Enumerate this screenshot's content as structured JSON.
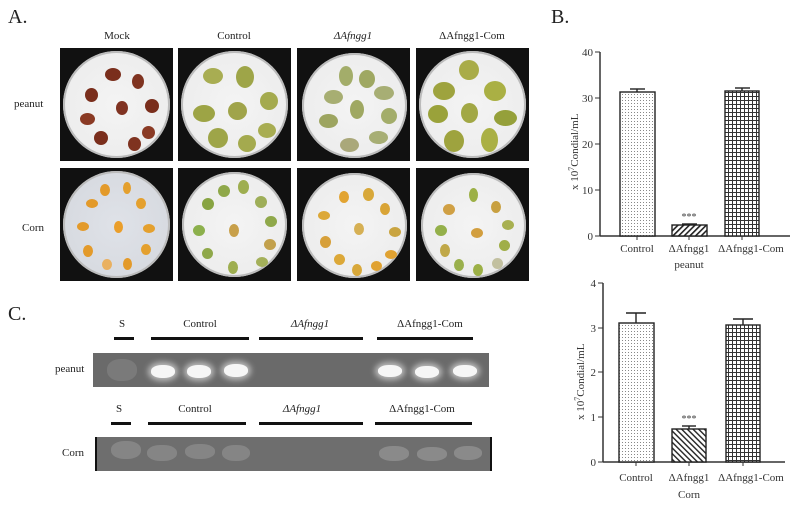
{
  "panelA": {
    "letter": "A.",
    "columns": [
      "Mock",
      "Control",
      "ΔAfngg1",
      "ΔAfngg1-Com"
    ],
    "rows": [
      "peanut",
      "Corn"
    ]
  },
  "panelB": {
    "letter": "B."
  },
  "panelC": {
    "letter": "C.",
    "rows": [
      {
        "label": "peanut",
        "lanes": [
          "S",
          "Control",
          "ΔAfngg1",
          "ΔAfngg1-Com"
        ]
      },
      {
        "label": "Corn",
        "lanes": [
          "S",
          "Control",
          "ΔAfngg1",
          "ΔAfngg1-Com"
        ]
      }
    ]
  },
  "chart_data": [
    {
      "type": "bar",
      "title": "",
      "xlabel": "peanut",
      "ylabel": "x 10^7 Condial/mL",
      "ylim": [
        0,
        40
      ],
      "yticks": [
        0,
        10,
        20,
        30,
        40
      ],
      "categories": [
        "Control",
        "ΔAfngg1",
        "ΔAfngg1-Com"
      ],
      "values": [
        31.3,
        2.3,
        31.5
      ],
      "errors": [
        0.6,
        0.3,
        0.6
      ],
      "annotations": [
        {
          "category": "ΔAfngg1",
          "text": "***"
        }
      ],
      "patterns": [
        "dots",
        "diagonal-hatch",
        "grid"
      ]
    },
    {
      "type": "bar",
      "title": "",
      "xlabel": "Corn",
      "ylabel": "x 10^7 Condial/mL",
      "ylim": [
        0,
        4
      ],
      "yticks": [
        0,
        1,
        2,
        3,
        4
      ],
      "categories": [
        "Control",
        "ΔAfngg1",
        "ΔAfngg1-Com"
      ],
      "values": [
        3.1,
        0.73,
        3.05
      ],
      "errors": [
        0.23,
        0.06,
        0.14
      ],
      "annotations": [
        {
          "category": "ΔAfngg1",
          "text": "***"
        }
      ],
      "patterns": [
        "dots",
        "diagonal-hatch",
        "grid"
      ]
    }
  ]
}
